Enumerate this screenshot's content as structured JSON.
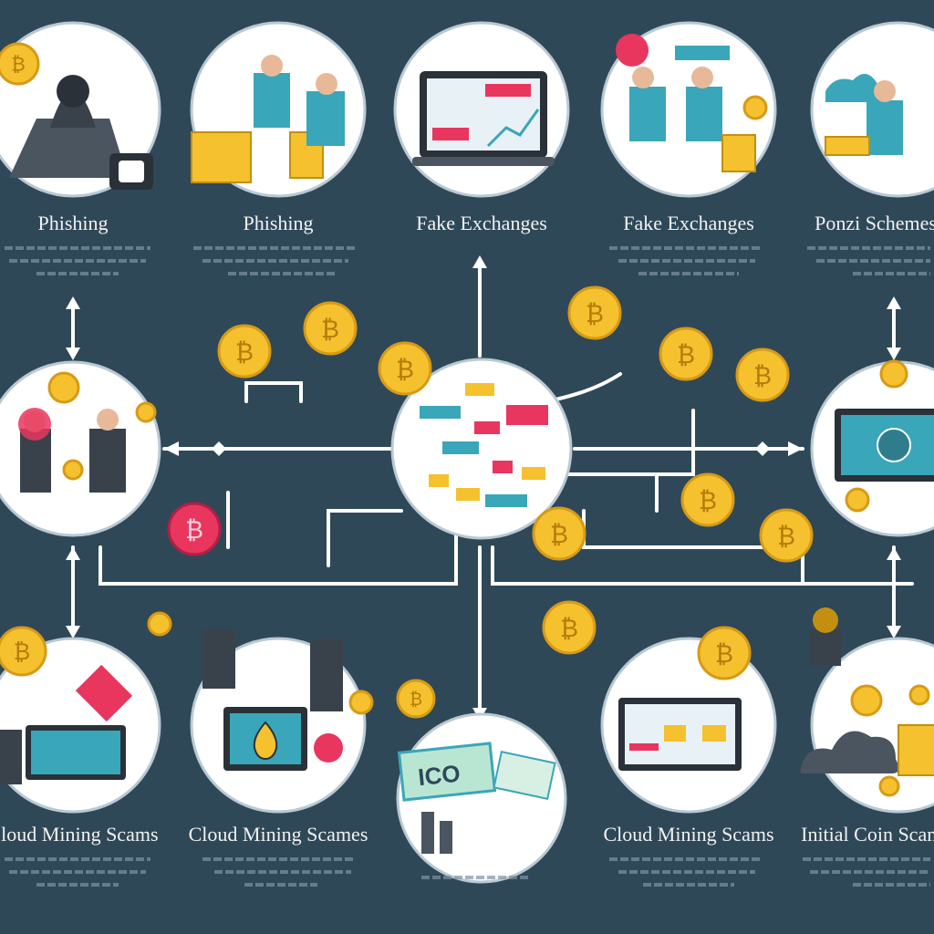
{
  "nodes": [
    {
      "id": "phishing-1",
      "label": "Phishing"
    },
    {
      "id": "phishing-2",
      "label": "Phishing"
    },
    {
      "id": "fake-exchanges-1",
      "label": "Fake Exchanges"
    },
    {
      "id": "fake-exchanges-2",
      "label": "Fake Exchanges"
    },
    {
      "id": "ponzi-schemes",
      "label": "Ponzi Schemes"
    },
    {
      "id": "cloud-mining-1",
      "label": "Cloud Mining Scams"
    },
    {
      "id": "cloud-mining-2",
      "label": "Cloud Mining Scames"
    },
    {
      "id": "cloud-mining-3",
      "label": "Cloud Mining Scams"
    },
    {
      "id": "initial-coin",
      "label": "Initial Coin Scams"
    }
  ],
  "center_badge": "ICO",
  "coin_symbol": "₿",
  "colors": {
    "background": "#2f4858",
    "circle_fill": "#ffffff",
    "circle_border": "#9fb3c0",
    "connector": "#ffffff",
    "coin": "#f5c12e",
    "coin_rim": "#d79a16",
    "alert": "#e8365f",
    "teal": "#3aa6b9"
  }
}
